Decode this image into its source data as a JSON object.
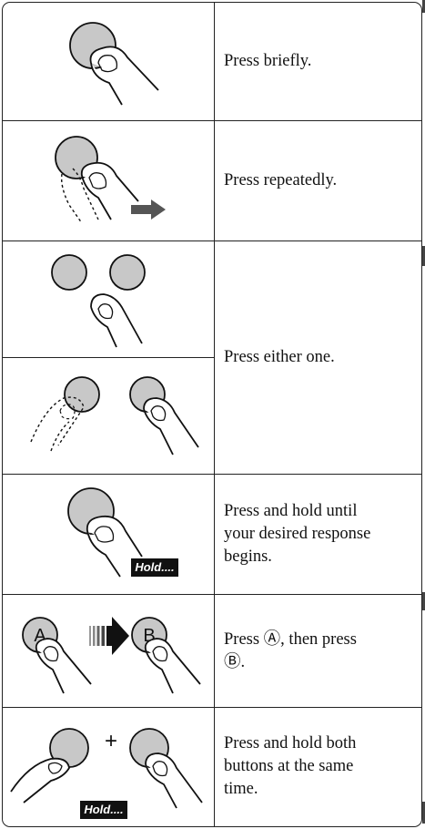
{
  "rows": [
    {
      "text": "Press briefly."
    },
    {
      "text": "Press repeatedly."
    },
    {
      "text": "Press either one."
    },
    {
      "lines": [
        "Press and hold until",
        "your desired response",
        "begins."
      ],
      "badge": "Hold...."
    },
    {
      "lines": [
        "Press Ⓐ, then press",
        "Ⓑ."
      ],
      "buttons": [
        "A",
        "B"
      ]
    },
    {
      "lines": [
        "Press and hold both",
        "buttons at the same",
        "time."
      ],
      "badge": "Hold....",
      "plus": "+"
    }
  ]
}
